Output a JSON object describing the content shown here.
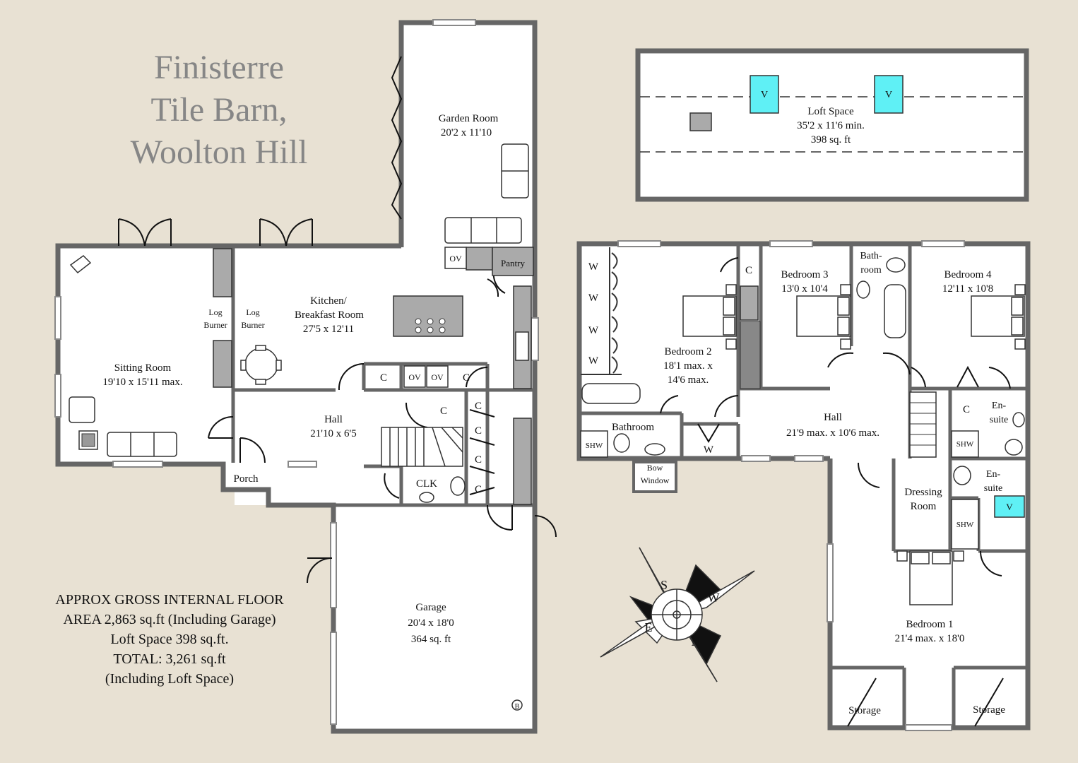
{
  "title": {
    "line1": "Finisterre",
    "line2": "Tile Barn,",
    "line3": "Woolton Hill"
  },
  "area_note": {
    "line1": "APPROX GROSS INTERNAL FLOOR",
    "line2": "AREA 2,863 sq.ft (Including Garage)",
    "line3": "Loft Space 398 sq.ft.",
    "line4": "TOTAL: 3,261 sq.ft",
    "line5": "(Including Loft Space)"
  },
  "rooms": {
    "garden_room": {
      "name": "Garden Room",
      "size": "20'2 x 11'10"
    },
    "kitchen": {
      "name1": "Kitchen/",
      "name2": "Breakfast Room",
      "size": "27'5 x 12'11"
    },
    "pantry": {
      "name": "Pantry"
    },
    "log_burner_left": {
      "l1": "Log",
      "l2": "Burner"
    },
    "log_burner_right": {
      "l1": "Log",
      "l2": "Burner"
    },
    "sitting_room": {
      "name": "Sitting Room",
      "size": "19'10 x 15'11 max."
    },
    "hall_ground": {
      "name": "Hall",
      "size": "21'10 x 6'5"
    },
    "porch": {
      "name": "Porch"
    },
    "clk": {
      "name": "CLK"
    },
    "garage": {
      "name": "Garage",
      "size": "20'4 x 18'0",
      "area": "364 sq. ft"
    },
    "loft": {
      "name": "Loft Space",
      "size": "35'2 x 11'6 min.",
      "area": "398 sq. ft"
    },
    "bedroom2": {
      "name": "Bedroom 2",
      "size1": "18'1 max. x",
      "size2": "14'6 max."
    },
    "bedroom3": {
      "name": "Bedroom 3",
      "size": "13'0 x 10'4"
    },
    "bathroom_small": {
      "l1": "Bath-",
      "l2": "room"
    },
    "bedroom4": {
      "name": "Bedroom 4",
      "size": "12'11 x 10'8"
    },
    "bathroom": {
      "name": "Bathroom"
    },
    "bow_window": {
      "l1": "Bow",
      "l2": "Window"
    },
    "hall_first": {
      "name": "Hall",
      "size": "21'9 max. x 10'6 max."
    },
    "ensuite1": {
      "l1": "En-",
      "l2": "suite"
    },
    "ensuite2": {
      "l1": "En-",
      "l2": "suite"
    },
    "dressing": {
      "l1": "Dressing",
      "l2": "Room"
    },
    "bedroom1": {
      "name": "Bedroom 1",
      "size": "21'4 max. x 18'0"
    },
    "storage_left": {
      "name": "Storage"
    },
    "storage_right": {
      "name": "Storage"
    }
  },
  "labels": {
    "cupboard": "C",
    "oven": "OV",
    "wardrobe": "W",
    "shower": "SHW",
    "vent": "V",
    "boiler": "B",
    "compass_s": "S",
    "compass_w": "W",
    "compass_n": "N",
    "compass_e": "E"
  },
  "colors": {
    "background": "#e8e1d3",
    "wall": "#666666",
    "floor": "#ffffff",
    "fixture": "#a9a9a9",
    "vent": "#5ff0f5",
    "title": "#868686"
  }
}
